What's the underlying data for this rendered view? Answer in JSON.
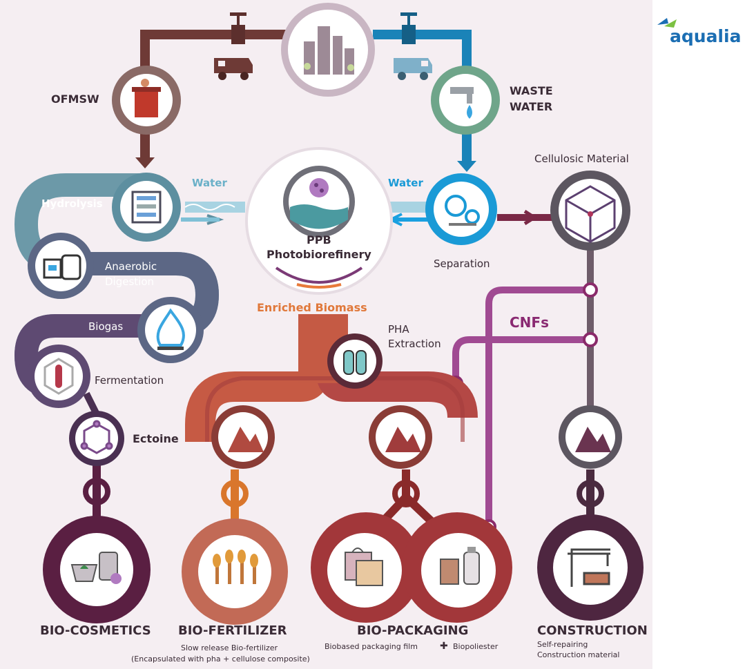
{
  "brand": {
    "name": "aqualia",
    "colors": {
      "blue": "#1b6eb3",
      "green": "#7cc142"
    }
  },
  "inputs": {
    "ofmsw": "OFMSW",
    "waste_water_line1": "WASTE",
    "waste_water_line2": "WATER"
  },
  "center": {
    "water_left": "Water",
    "water_right": "Water",
    "ppb": "PPB",
    "photobiorefinery": "Photobiorefinery",
    "enriched_biomass": "Enriched Biomass"
  },
  "processes": {
    "hydrolysis": "Hydrolysis",
    "anaerobic_line1": "Anaerobic",
    "anaerobic_line2": "Digestion",
    "biogas": "Biogas",
    "fermentation": "Fermentation",
    "ectoine": "Ectoine",
    "separation": "Separation",
    "cellulosic": "Cellulosic Material",
    "cnfs": "CNFs",
    "pha_line1": "PHA",
    "pha_line2": "Extraction"
  },
  "products": {
    "cosmetics": {
      "title": "BIO-COSMETICS"
    },
    "fertilizer": {
      "title": "BIO-FERTILIZER",
      "sub1": "Slow release Bio-fertilizer",
      "sub2": "(Encapsulated with pha + cellulose composite)"
    },
    "packaging": {
      "title": "BIO-PACKAGING",
      "sub1": "Biobased packaging film",
      "plus": "✚",
      "sub2": "Biopoliester"
    },
    "construction": {
      "title": "CONSTRUCTION",
      "sub1": "Self-repairing",
      "sub2": "Construction material"
    }
  },
  "icons": [
    "city-icon",
    "truck-icon",
    "valve-icon",
    "waste-bin-icon",
    "faucet-icon",
    "microalgae-icon",
    "hydrolysis-icon",
    "digester-icon",
    "flame-icon",
    "bioreactor-icon",
    "molecule-icon",
    "gears-icon",
    "cube-icon",
    "gas-cylinder-icon",
    "mountain-icon",
    "cosmetics-icon",
    "wheat-icon",
    "bag-icon",
    "bottle-icon",
    "crane-icon"
  ]
}
